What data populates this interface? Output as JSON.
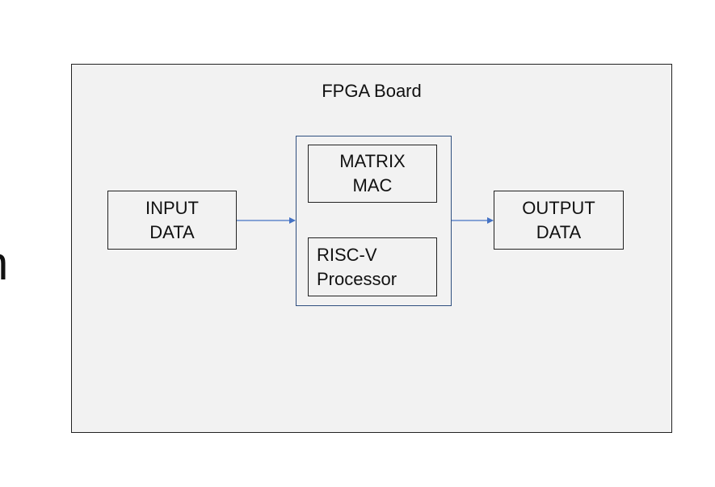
{
  "cutoff_text": "n",
  "board": {
    "title": "FPGA Board"
  },
  "blocks": {
    "input": {
      "line1": "INPUT",
      "line2": "DATA"
    },
    "output": {
      "line1": "OUTPUT",
      "line2": "DATA"
    },
    "matrix_mac": {
      "line1": "MATRIX",
      "line2": "MAC"
    },
    "riscv": {
      "line1": "RISC-V",
      "line2": "Processor"
    }
  },
  "colors": {
    "board_fill": "#f2f2f2",
    "border": "#222222",
    "group_border": "#2f4f7f",
    "arrow": "#4472c4"
  }
}
